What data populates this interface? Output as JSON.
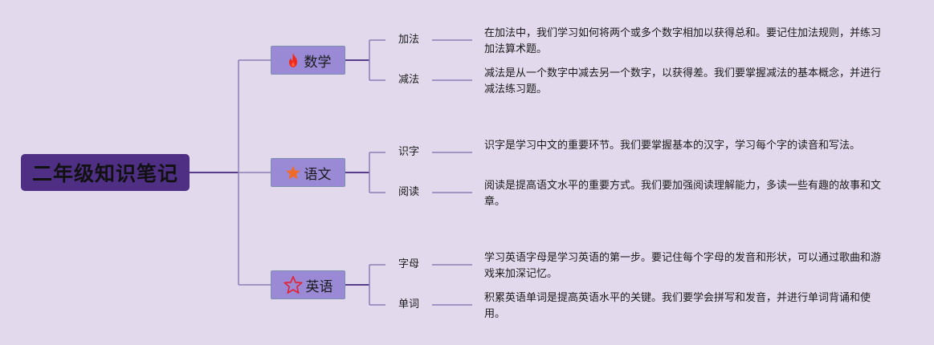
{
  "root": {
    "title": "二年级知识笔记"
  },
  "colors": {
    "background": "#e2d9ec",
    "root_fill": "#4e2f83",
    "subject_fill": "#9a8ad6",
    "line": "#8d7db5",
    "root_line": "#5a3d8a"
  },
  "subjects": [
    {
      "label": "数学",
      "icon": "fire-icon",
      "topics": [
        {
          "label": "加法",
          "description": "在加法中，我们学习如何将两个或多个数字相加以获得总和。要记住加法规则，并练习加法算术题。"
        },
        {
          "label": "减法",
          "description": "减法是从一个数字中减去另一个数字，以获得差。我们要掌握减法的基本概念，并进行减法练习题。"
        }
      ]
    },
    {
      "label": "语文",
      "icon": "star-filled-icon",
      "topics": [
        {
          "label": "识字",
          "description": "识字是学习中文的重要环节。我们要掌握基本的汉字，学习每个字的读音和写法。"
        },
        {
          "label": "阅读",
          "description": "阅读是提高语文水平的重要方式。我们要加强阅读理解能力，多读一些有趣的故事和文章。"
        }
      ]
    },
    {
      "label": "英语",
      "icon": "star-outline-icon",
      "topics": [
        {
          "label": "字母",
          "description": "学习英语字母是学习英语的第一步。要记住每个字母的发音和形状，可以通过歌曲和游戏来加深记忆。"
        },
        {
          "label": "单词",
          "description": "积累英语单词是提高英语水平的关键。我们要学会拼写和发音，并进行单词背诵和使用。"
        }
      ]
    }
  ]
}
